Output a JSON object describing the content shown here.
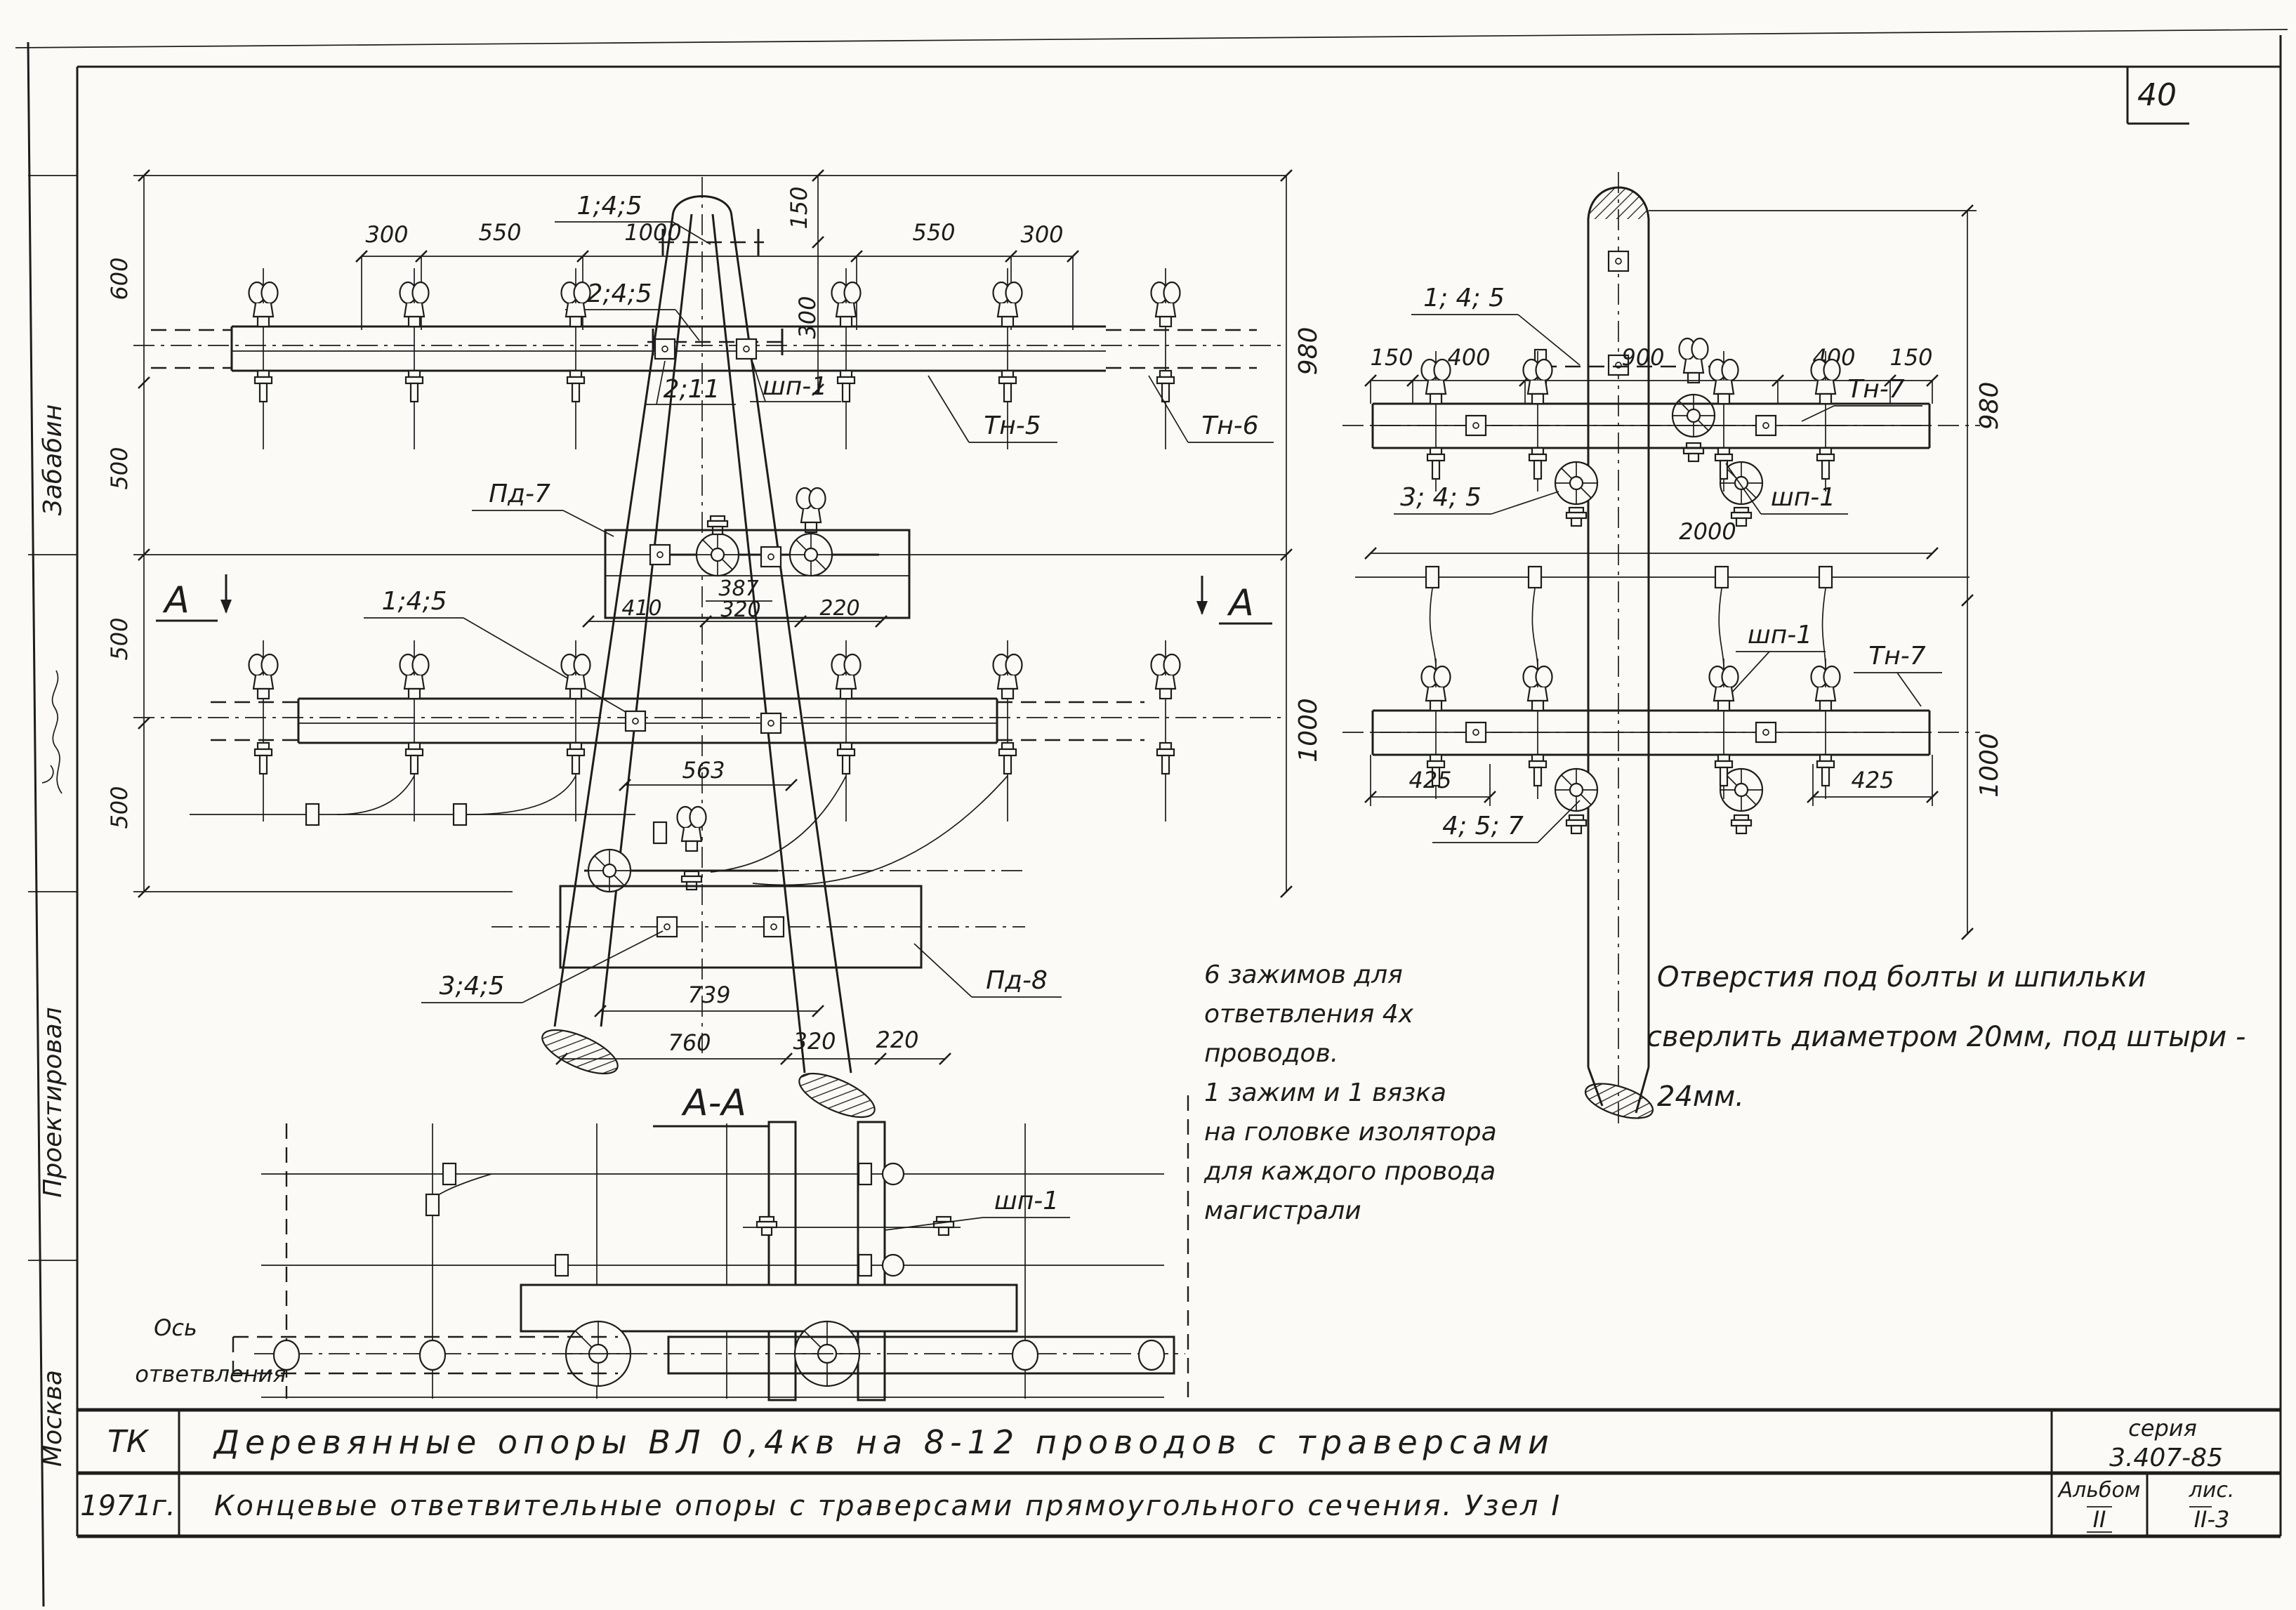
{
  "page": {
    "sheet_number": "40"
  },
  "margin": {
    "name_top": "Забабин",
    "designed_label": "Проектировал",
    "city": "Москва"
  },
  "left_view": {
    "dims_left": [
      "600",
      "500",
      "500",
      "500"
    ],
    "dims_top": [
      "300",
      "550",
      "1000",
      "550",
      "300"
    ],
    "dim_150": "150",
    "dim_300v": "300",
    "dim_980": "980",
    "dim_1000": "1000",
    "dim_387": "387",
    "dim_410": "410",
    "dim_320": "320",
    "dim_220": "220",
    "dim_563": "563",
    "dim_739": "739",
    "dim_760": "760",
    "dim_320b": "320",
    "dim_220b": "220",
    "callout_145_top": "1;4;5",
    "callout_245": "2;4;5",
    "callout_211": "2;11",
    "callout_shp1": "шп-1",
    "callout_tn5": "Тн-5",
    "callout_tn6": "Тн-6",
    "callout_pd7": "Пд-7",
    "callout_145_mid": "1;4;5",
    "callout_345": "3;4;5",
    "callout_pd8": "Пд-8",
    "section_marker": "А"
  },
  "right_view": {
    "dims_top": [
      "150",
      "400",
      "900",
      "400",
      "150"
    ],
    "dim_980": "980",
    "dim_1000": "1000",
    "dim_2000": "2000",
    "dim_425_left": "425",
    "dim_425_right": "425",
    "callout_145": "1; 4; 5",
    "callout_tn7_upper": "Тн-7",
    "callout_345": "3; 4; 5",
    "callout_shp1_upper": "шп-1",
    "callout_shp1_lower": "шп-1",
    "callout_tn7_lower": "Тн-7",
    "callout_457": "4; 5; 7"
  },
  "section_view": {
    "title": "А-А",
    "axis_label_line1": "Ось",
    "axis_label_line2": "ответвления",
    "callout_shp1": "шп-1"
  },
  "notes": {
    "clamps_note": [
      "6 зажимов для",
      "ответвления 4х",
      "проводов.",
      "1 зажим и 1 вязка",
      "на головке изолятора",
      "для каждого провода",
      "магистрали"
    ],
    "holes_note": [
      "Отверстия под болты и шпильки",
      "сверлить диаметром 20мм, под штыри -",
      "24мм."
    ]
  },
  "title_block": {
    "code": "ТК",
    "year": "1971г.",
    "line1": "Деревянные опоры ВЛ 0,4кв на 8-12 проводов с траверсами",
    "line2": "Концевые ответвительные опоры с траверсами прямоугольного сечения. Узел I",
    "series_label": "серия",
    "series_value": "3.407-85",
    "album_label": "Альбом",
    "album_value": "II",
    "sheet_label": "лис.",
    "sheet_value": "II-3"
  }
}
